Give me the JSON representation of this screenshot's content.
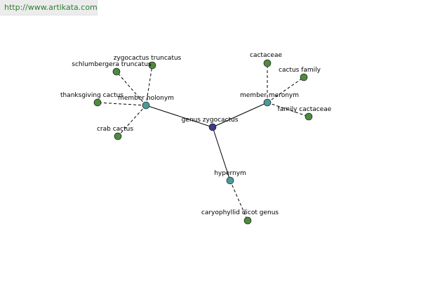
{
  "header": {
    "url_text": "http://www.artikata.com"
  },
  "graph": {
    "colors": {
      "center": "#3b3b8c",
      "relation": "#4a9a9a",
      "term": "#4f8a3f"
    },
    "nodes": {
      "center": "genus zygocactus",
      "member_holonym": "member holonym",
      "member_meronym": "member meronym",
      "hypernym": "hypernym",
      "zygocactus_truncatus": "zygocactus truncatus",
      "schlumbergera_truncatus": "schlumbergera truncatus",
      "thanksgiving_cactus": "thanksgiving cactus",
      "crab_cactus": "crab cactus",
      "cactaceae": "cactaceae",
      "cactus_family": "cactus family",
      "family_cactaceae": "family cactaceae",
      "caryophyllid_dicot_genus": "caryophyllid dicot genus"
    }
  }
}
